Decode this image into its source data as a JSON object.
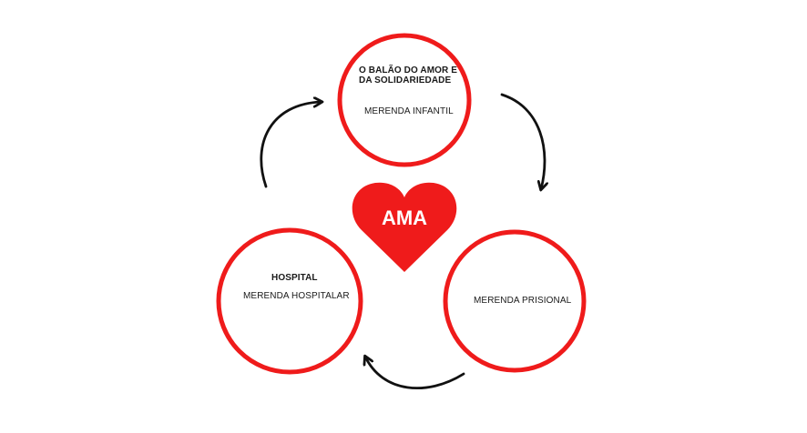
{
  "heart": {
    "label": "AMA",
    "color": "#ef1b1b"
  },
  "nodes": {
    "top": {
      "title": "O BALÃO DO AMOR E DA SOLIDARIEDADE",
      "subtitle": "MERENDA INFANTIL"
    },
    "left": {
      "title": "HOSPITAL",
      "subtitle": "MERENDA HOSPITALAR"
    },
    "right": {
      "subtitle": "MERENDA PRISIONAL"
    }
  },
  "colors": {
    "circle_stroke": "#ef1b1b",
    "arrow": "#111111",
    "text": "#1a1a1a"
  }
}
